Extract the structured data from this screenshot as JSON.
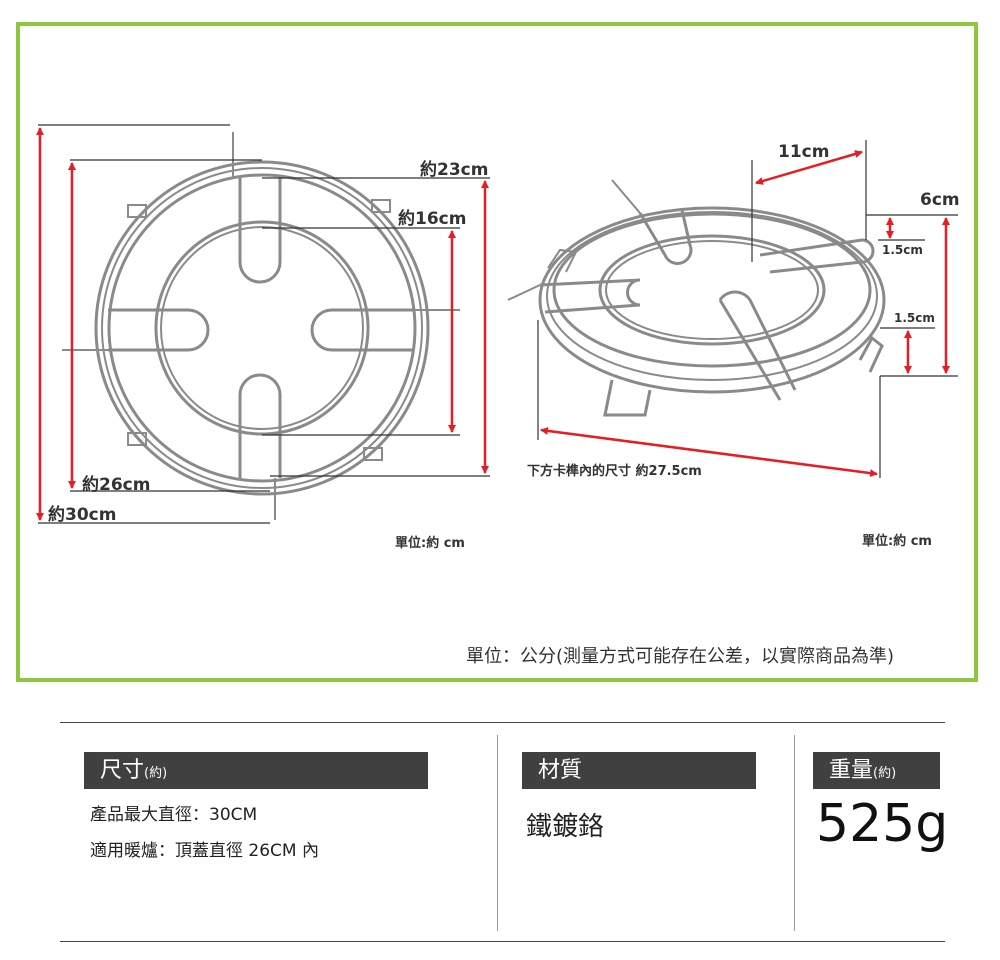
{
  "diagram": {
    "left": {
      "outer_diameter": "約30cm",
      "ring_diameter": "約26cm",
      "middle_diameter": "約23cm",
      "inner_diameter": "約16cm",
      "unit_label": "單位:約  cm"
    },
    "right": {
      "hook_length": "11cm",
      "total_height": "6cm",
      "hook_height": "1.5cm",
      "foot_height": "1.5cm",
      "bottom_span": "下方卡榫內的尺寸 約27.5cm",
      "unit_label": "單位:約  cm"
    },
    "note": "單位：公分(測量方式可能存在公差，以實際商品為準)"
  },
  "specs": {
    "size": {
      "title": "尺寸",
      "title_suffix": "(約)",
      "lines": [
        "產品最大直徑：30CM",
        "適用暖爐：頂蓋直徑 26CM 內"
      ]
    },
    "material": {
      "title": "材質",
      "value": "鐵鍍鉻"
    },
    "weight": {
      "title": "重量",
      "title_suffix": "(約)",
      "value": "525g"
    }
  },
  "colors": {
    "frame": "#8dc63f",
    "arrow": "#e31e24",
    "header_bg": "#404040"
  }
}
